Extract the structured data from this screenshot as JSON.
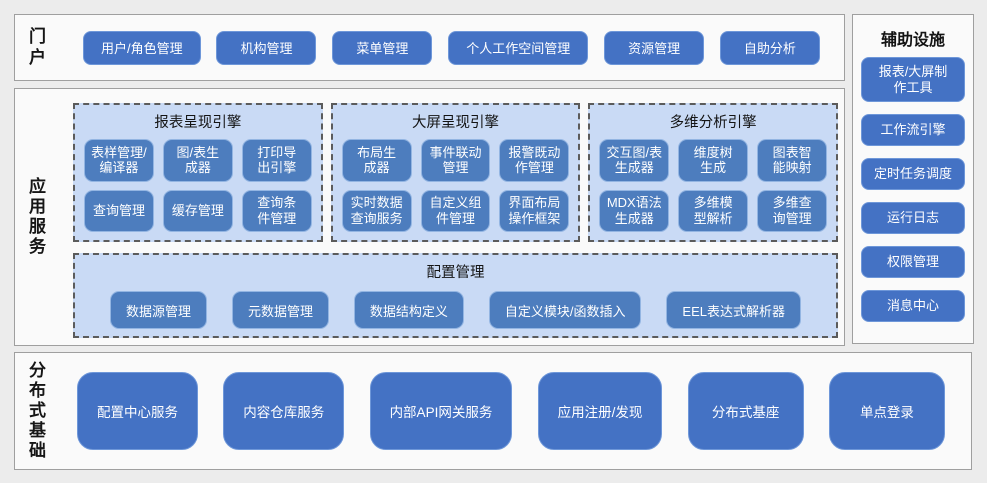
{
  "portal": {
    "label": "门户",
    "buttons": [
      "用户/角色管理",
      "机构管理",
      "菜单管理",
      "个人工作空间管理",
      "资源管理",
      "自助分析"
    ]
  },
  "app_services": {
    "label": "应用服务",
    "engines": [
      {
        "title": "报表呈现引擎",
        "buttons": [
          "表样管理/\n编译器",
          "图/表生\n成器",
          "打印导\n出引擎",
          "查询管理",
          "缓存管理",
          "查询条\n件管理"
        ]
      },
      {
        "title": "大屏呈现引擎",
        "buttons": [
          "布局生\n成器",
          "事件联动\n管理",
          "报警既动\n作管理",
          "实时数据\n查询服务",
          "自定义组\n件管理",
          "界面布局\n操作框架"
        ]
      },
      {
        "title": "多维分析引擎",
        "buttons": [
          "交互图/表\n生成器",
          "维度树\n生成",
          "图表智\n能映射",
          "MDX语法\n生成器",
          "多维模\n型解析",
          "多维查\n询管理"
        ]
      }
    ],
    "config": {
      "title": "配置管理",
      "buttons": [
        "数据源管理",
        "元数据管理",
        "数据结构定义",
        "自定义模块/函数插入",
        "EEL表达式解析器"
      ]
    }
  },
  "distributed": {
    "label": "分布式基础",
    "buttons": [
      "配置中心服务",
      "内容仓库服务",
      "内部API网关服务",
      "应用注册/发现",
      "分布式基座",
      "单点登录"
    ]
  },
  "auxiliary": {
    "title": "辅助设施",
    "buttons": [
      "报表/大屏制\n作工具",
      "工作流引擎",
      "定时任务调度",
      "运行日志",
      "权限管理",
      "消息中心"
    ]
  },
  "colors": {
    "accent_blue": "#4472c4",
    "engine_button_blue": "#4d7dbe",
    "panel_background": "#c9daf5",
    "page_background": "#ececec"
  }
}
